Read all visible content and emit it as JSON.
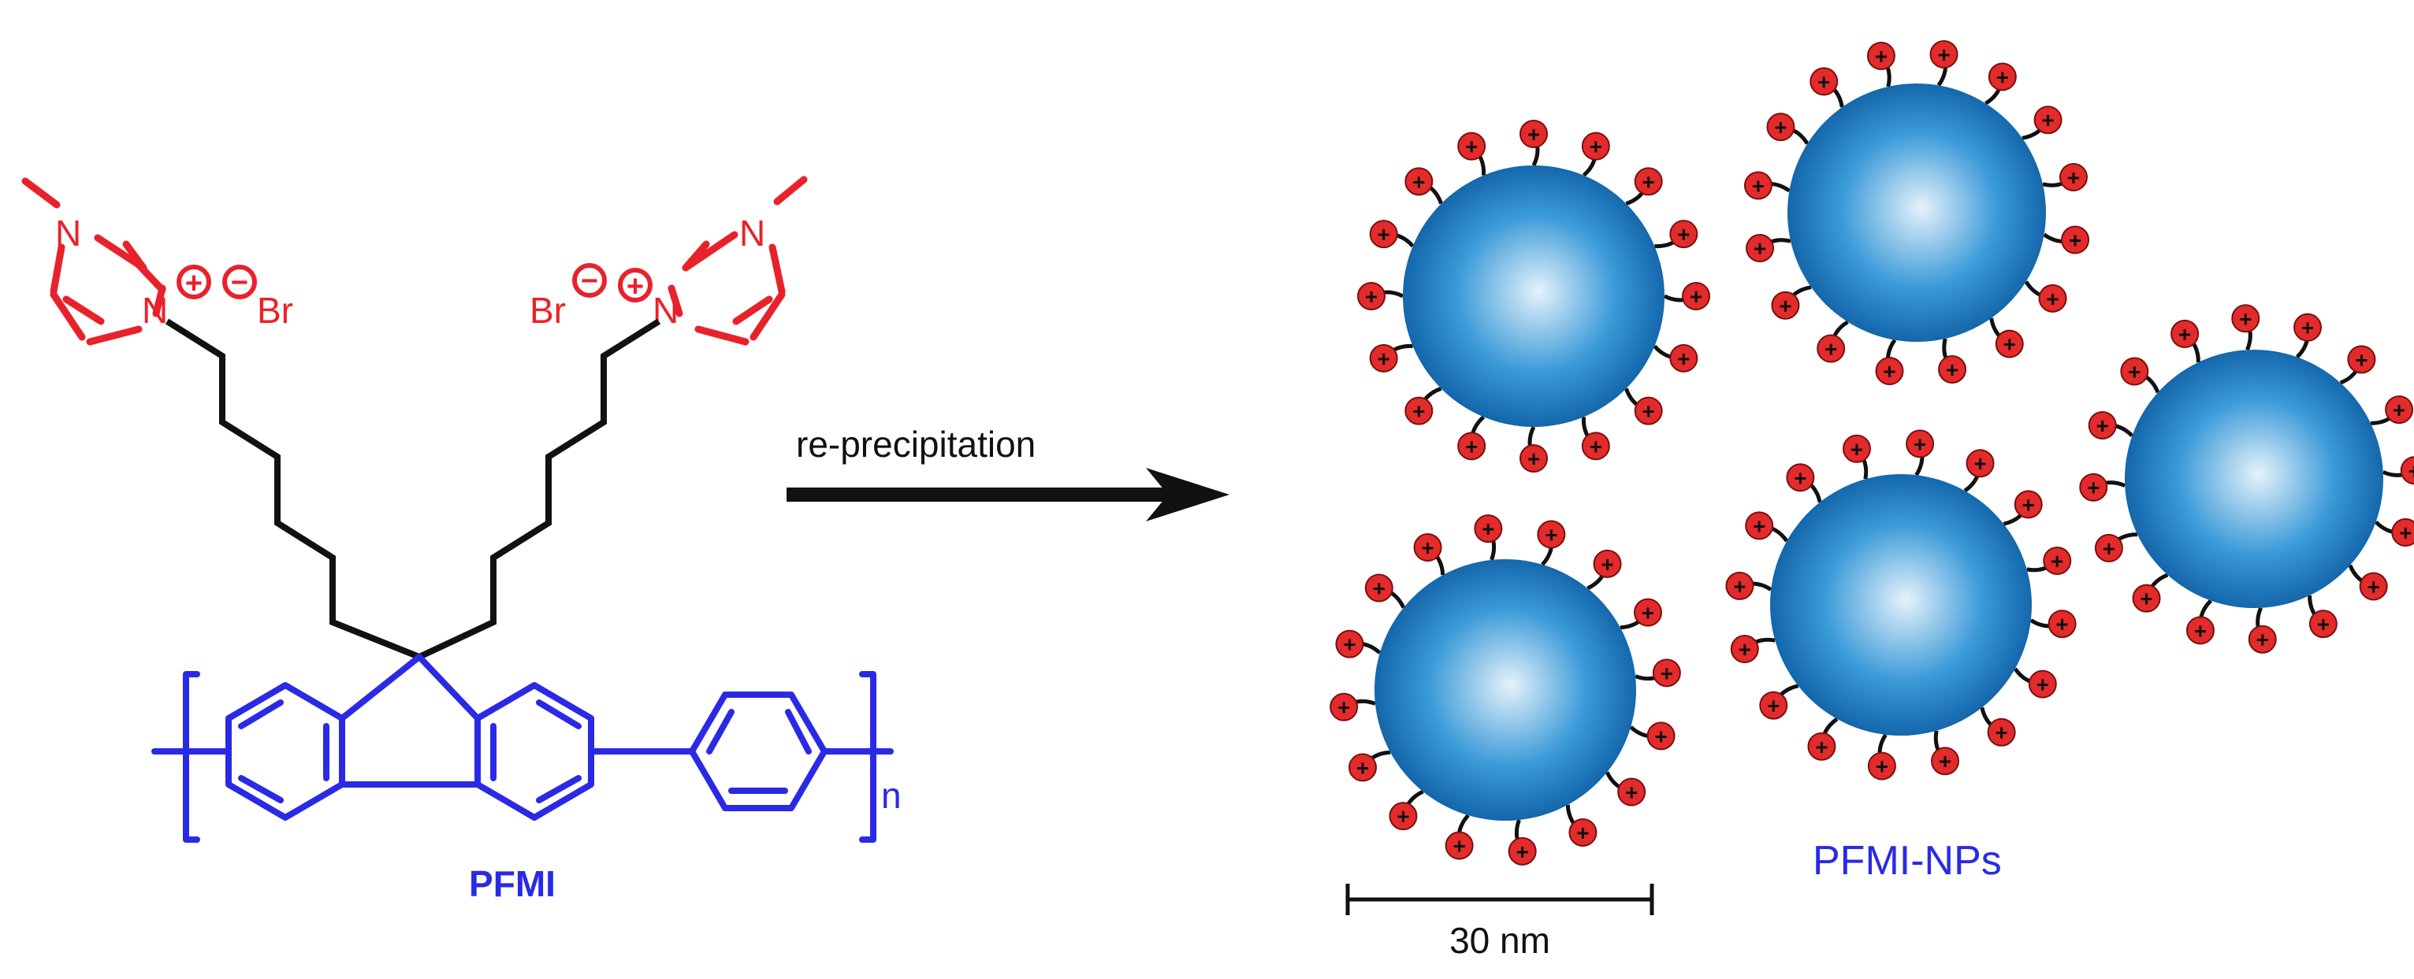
{
  "colors": {
    "imidazolium": "#e8222a",
    "backbone": "#2a2ae6",
    "chain": "#111111",
    "particle_core": "#e6f2fb",
    "particle_mid": "#3a9ad8",
    "particle_edge": "#0b5aa0",
    "charge_dot": "#e32b2b"
  },
  "molecule": {
    "atom_n": "N",
    "plus": "+",
    "minus": "−",
    "bromide": "Br",
    "repeat_subscript": "n",
    "name": "PFMI"
  },
  "reaction": {
    "process_label": "re-precipitation"
  },
  "nanoparticles": {
    "label": "PFMI-NPs",
    "particle_count": 5,
    "scale_bar_label": "30 nm"
  }
}
